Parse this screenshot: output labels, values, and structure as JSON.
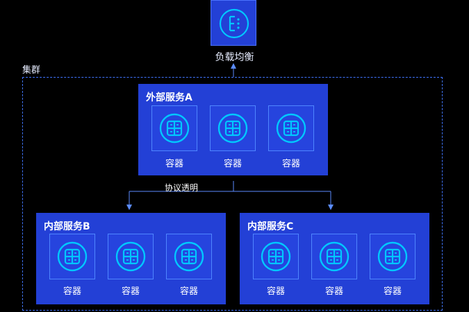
{
  "load_balancer": {
    "label": "负载均衡",
    "icon": "load-balancer-icon"
  },
  "cluster": {
    "label": "集群"
  },
  "connector": {
    "label": "协议透明"
  },
  "services": {
    "a": {
      "title": "外部服务A",
      "containers": [
        {
          "label": "容器"
        },
        {
          "label": "容器"
        },
        {
          "label": "容器"
        }
      ]
    },
    "b": {
      "title": "内部服务B",
      "containers": [
        {
          "label": "容器"
        },
        {
          "label": "容器"
        },
        {
          "label": "容器"
        }
      ]
    },
    "c": {
      "title": "内部服务C",
      "containers": [
        {
          "label": "容器"
        },
        {
          "label": "容器"
        },
        {
          "label": "容器"
        }
      ]
    }
  },
  "colors": {
    "background": "#000000",
    "service_fill": "#2340d6",
    "accent": "#00c8ff",
    "line": "#5b8cff"
  },
  "icons": {
    "container": "container-icon"
  }
}
